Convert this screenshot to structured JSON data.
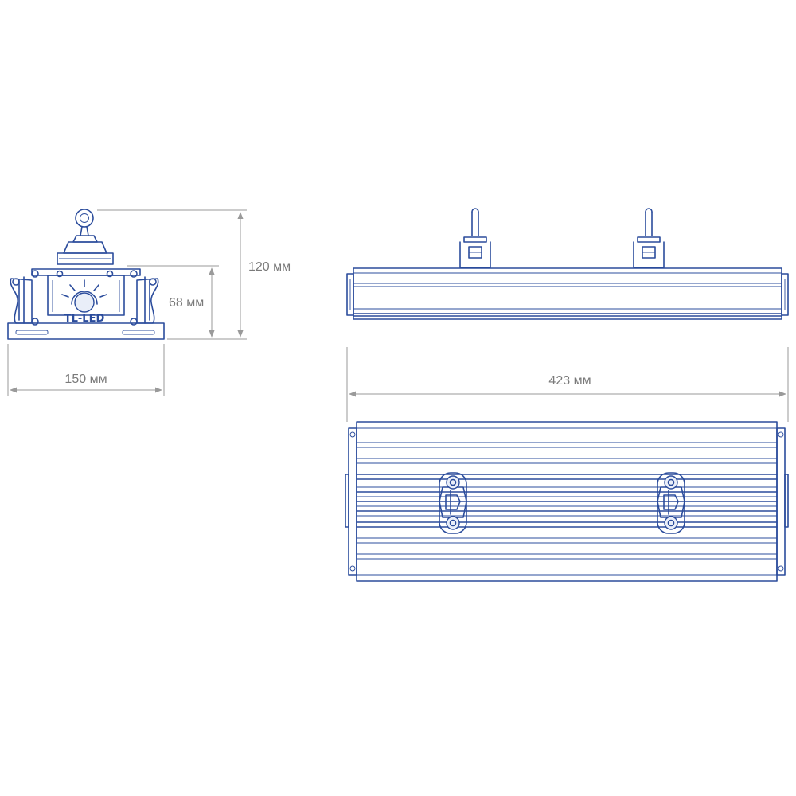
{
  "dimensions": {
    "height_total": "120 мм",
    "height_body": "68 мм",
    "width": "150 мм",
    "length": "423 мм"
  },
  "brand": {
    "logo_text": "TL-LED"
  },
  "colors": {
    "line": "#2b4c9c",
    "dimension": "#9a9a9a",
    "text": "#7a7a7a",
    "fill_light": "#e9eef8"
  }
}
